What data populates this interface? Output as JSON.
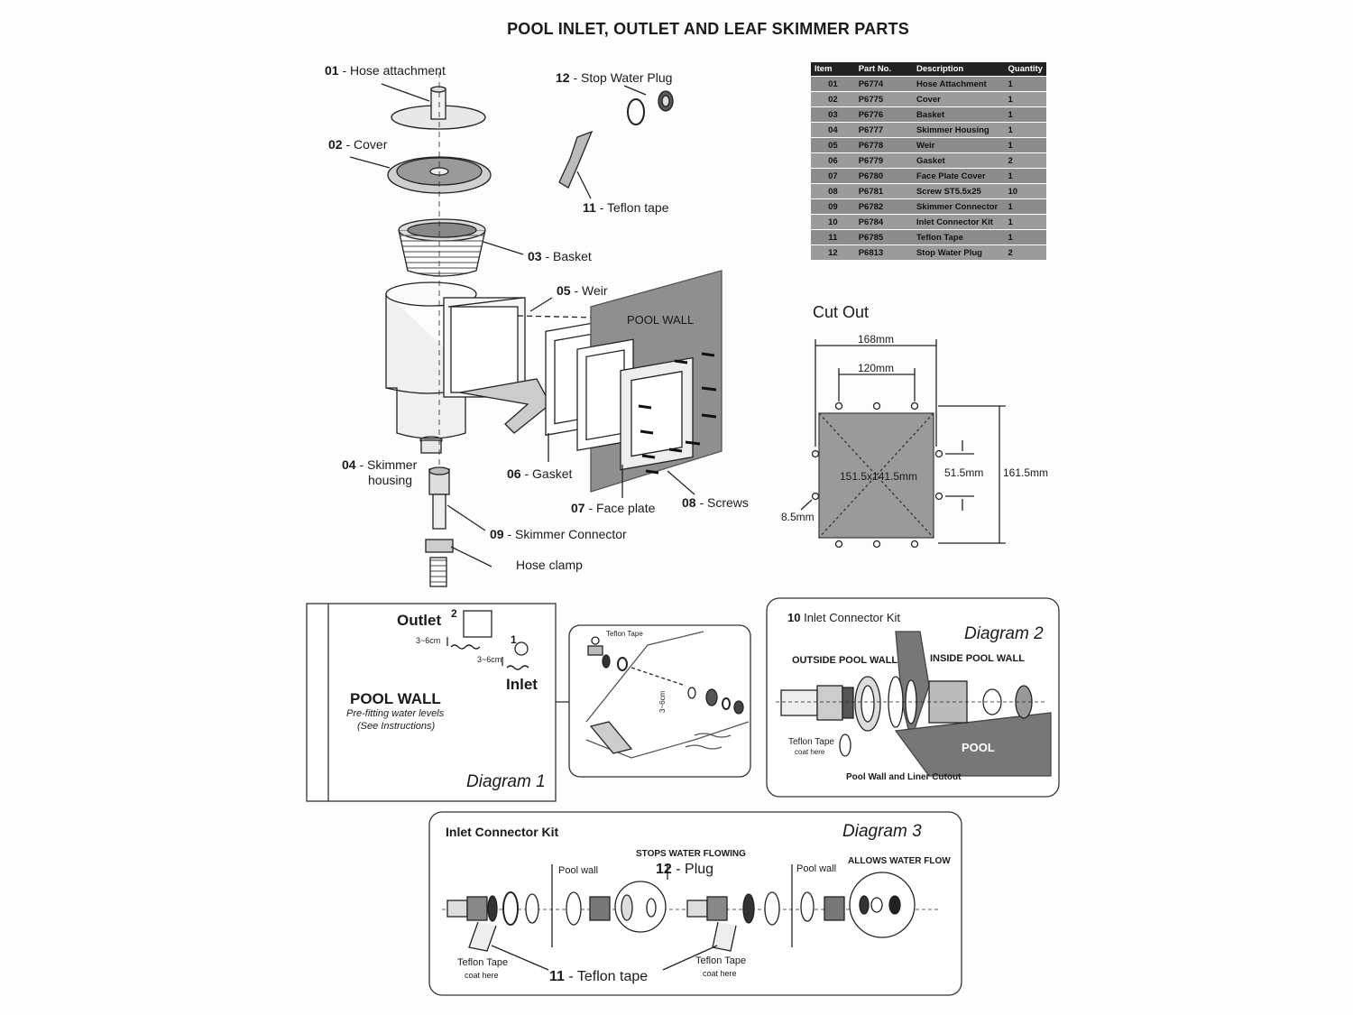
{
  "title": "POOL INLET, OUTLET AND LEAF SKIMMER PARTS",
  "parts_table": {
    "headers": [
      "Item",
      "Part No.",
      "Description",
      "Quantity"
    ],
    "rows": [
      [
        "01",
        "P6774",
        "Hose Attachment",
        "1"
      ],
      [
        "02",
        "P6775",
        "Cover",
        "1"
      ],
      [
        "03",
        "P6776",
        "Basket",
        "1"
      ],
      [
        "04",
        "P6777",
        "Skimmer Housing",
        "1"
      ],
      [
        "05",
        "P6778",
        "Weir",
        "1"
      ],
      [
        "06",
        "P6779",
        "Gasket",
        "2"
      ],
      [
        "07",
        "P6780",
        "Face Plate Cover",
        "1"
      ],
      [
        "08",
        "P6781",
        "Screw ST5.5x25",
        "10"
      ],
      [
        "09",
        "P6782",
        "Skimmer Connector",
        "1"
      ],
      [
        "10",
        "P6784",
        "Inlet Connector Kit",
        "1"
      ],
      [
        "11",
        "P6785",
        "Teflon Tape",
        "1"
      ],
      [
        "12",
        "P6813",
        "Stop Water Plug",
        "2"
      ]
    ]
  },
  "exploded": {
    "l01_num": "01",
    "l01_text": " - Hose attachment",
    "l02_num": "02",
    "l02_text": " - Cover",
    "l03_num": "03",
    "l03_text": " - Basket",
    "l04_num": "04",
    "l04_text": " - Skimmer",
    "l04_text2": "housing",
    "l05_num": "05",
    "l05_text": " - Weir",
    "l06_num": "06",
    "l06_text": " - Gasket",
    "l07_num": "07",
    "l07_text": " - Face plate",
    "l08_num": "08",
    "l08_text": " - Screws",
    "l09_num": "09",
    "l09_text": " - Skimmer Connector",
    "l11_num": "11",
    "l11_text": " - Teflon tape",
    "l12_num": "12",
    "l12_text": " - Stop Water Plug",
    "hose_clamp": "Hose clamp",
    "pool_wall": "POOL WALL"
  },
  "cutout": {
    "title": "Cut Out",
    "dim_168": "168mm",
    "dim_120": "120mm",
    "dim_center": "151.5x141.5mm",
    "dim_51": "51.5mm",
    "dim_161": "161.5mm",
    "dim_8": "8.5mm"
  },
  "diagram1": {
    "outlet": "Outlet",
    "outlet_num": "2",
    "inlet": "Inlet",
    "inlet_num": "1",
    "gap_a": "3~6cm",
    "gap_b": "3~6cm",
    "pool_wall": "POOL WALL",
    "note1": "Pre-fitting water levels",
    "note2": "(See Instructions)",
    "title": "Diagram 1",
    "teflon": "Teflon Tape",
    "gap_c": "3~6cm"
  },
  "diagram2": {
    "kit_num": "10",
    "kit": " Inlet  Connector Kit",
    "title": "Diagram 2",
    "outside": "OUTSIDE POOL WALL",
    "inside": "INSIDE POOL WALL",
    "teflon1": "Teflon Tape",
    "teflon2": "coat here",
    "pool": "POOL",
    "cutout": "Pool Wall and Liner Cutout"
  },
  "diagram3": {
    "kit": "Inlet Connector Kit",
    "title": "Diagram 3",
    "pool_wall_a": "Pool wall",
    "pool_wall_b": "Pool wall",
    "stops": "STOPS WATER FLOWING",
    "plug_num": "12",
    "plug": " - Plug",
    "allows": "ALLOWS WATER FLOW",
    "teflon_a1": "Teflon Tape",
    "teflon_a2": "coat here",
    "teflon_b1": "Teflon Tape",
    "teflon_b2": "coat here",
    "tape_num": "11",
    "tape": " - Teflon tape"
  }
}
